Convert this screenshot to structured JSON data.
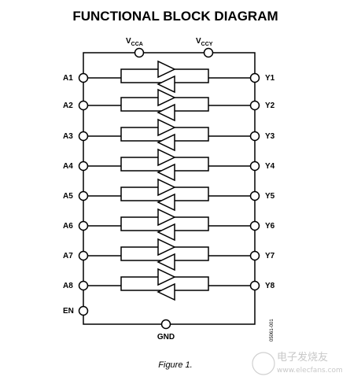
{
  "title": "FUNCTIONAL BLOCK DIAGRAM",
  "top_pins": [
    {
      "main": "V",
      "sub": "CCA"
    },
    {
      "main": "V",
      "sub": "CCY"
    }
  ],
  "channels": [
    {
      "a": "A1",
      "y": "Y1"
    },
    {
      "a": "A2",
      "y": "Y2"
    },
    {
      "a": "A3",
      "y": "Y3"
    },
    {
      "a": "A4",
      "y": "Y4"
    },
    {
      "a": "A5",
      "y": "Y5"
    },
    {
      "a": "A6",
      "y": "Y6"
    },
    {
      "a": "A7",
      "y": "Y7"
    },
    {
      "a": "A8",
      "y": "Y8"
    }
  ],
  "enable_pin": "EN",
  "ground_pin": "GND",
  "doc_number": "05061-001",
  "caption": "Figure 1.",
  "watermark": {
    "text": "电子发烧友",
    "url": "www.elecfans.com"
  }
}
